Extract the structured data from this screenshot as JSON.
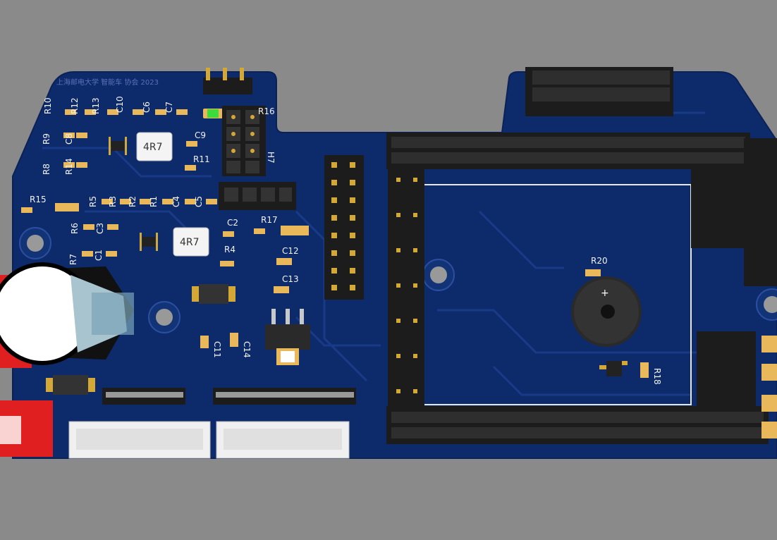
{
  "board": {
    "header_text": "上海邮电大学 智能车 协会 2023",
    "inductor_label": "4R7",
    "colors": {
      "background": "#8a8a8a",
      "pcb": "#0d2a6b",
      "trace": "#1a3c8c",
      "silk": "#f2f2f2",
      "pad": "#e8b85a",
      "header": "#1c1c1c",
      "led": "#3ddc3d",
      "red_part": "#e02020"
    },
    "labels": {
      "R10": "R10",
      "R12": "R12",
      "R13": "R13",
      "C10": "C10",
      "C6": "C6",
      "C7": "C7",
      "R16": "R16",
      "R9": "R9",
      "C8": "C8",
      "C9": "C9",
      "R11": "R11",
      "R8": "R8",
      "R14": "R14",
      "H7": "H7",
      "R15": "R15",
      "R5": "R5",
      "R3": "R3",
      "R2": "R2",
      "R1": "R1",
      "C4": "C4",
      "C5": "C5",
      "R6": "R6",
      "C3": "C3",
      "C2": "C2",
      "R17": "R17",
      "R4": "R4",
      "C12": "C12",
      "R7": "R7",
      "C1": "C1",
      "C13": "C13",
      "C11": "C11",
      "C14": "C14",
      "R20": "R20",
      "R18": "R18"
    }
  }
}
